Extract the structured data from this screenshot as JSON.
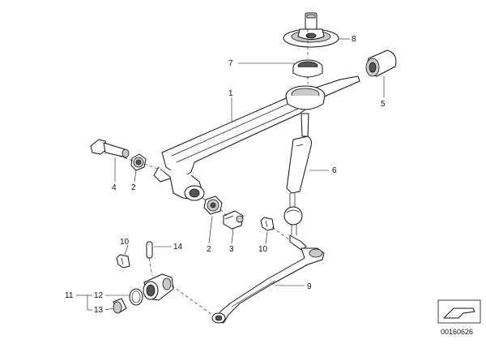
{
  "diagram": {
    "callouts": {
      "c1": "1",
      "c2a": "2",
      "c2b": "2",
      "c3": "3",
      "c4": "4",
      "c5": "5",
      "c6": "6",
      "c7": "7",
      "c8": "8",
      "c9": "9",
      "c10a": "10",
      "c10b": "10",
      "c11": "11",
      "c12": "12",
      "c13": "13",
      "c14": "14"
    },
    "reference_number": "00160626"
  }
}
